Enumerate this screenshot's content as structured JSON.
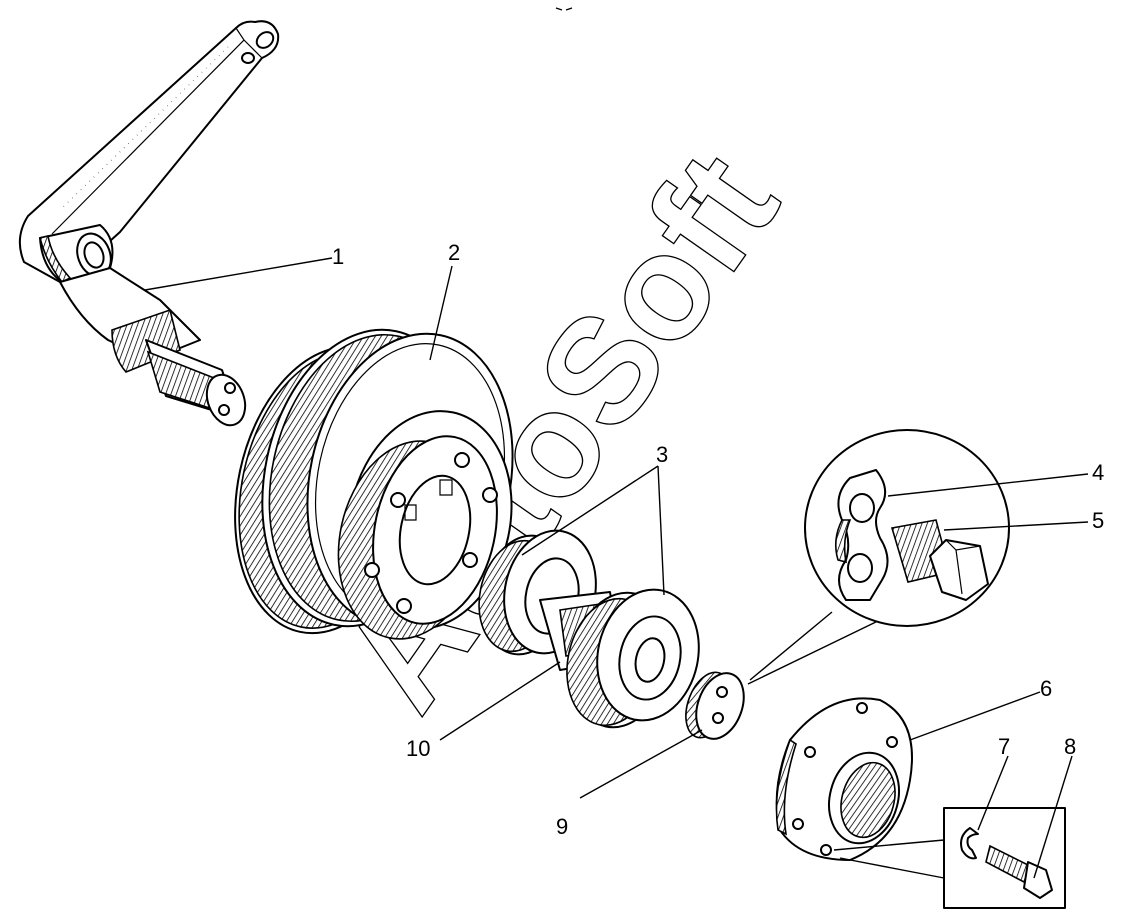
{
  "watermark": "AutoSoft",
  "callouts": [
    {
      "id": "1",
      "text": "1"
    },
    {
      "id": "2",
      "text": "2"
    },
    {
      "id": "3",
      "text": "3"
    },
    {
      "id": "4",
      "text": "4"
    },
    {
      "id": "5",
      "text": "5"
    },
    {
      "id": "6",
      "text": "6"
    },
    {
      "id": "7",
      "text": "7"
    },
    {
      "id": "8",
      "text": "8"
    },
    {
      "id": "9",
      "text": "9"
    },
    {
      "id": "10",
      "text": "10"
    }
  ],
  "parts": [
    "crank-lever",
    "pulley",
    "bearings",
    "lock-plate",
    "bolt",
    "cover-flange",
    "spring-washer",
    "small-bolt",
    "washer",
    "spacer"
  ]
}
